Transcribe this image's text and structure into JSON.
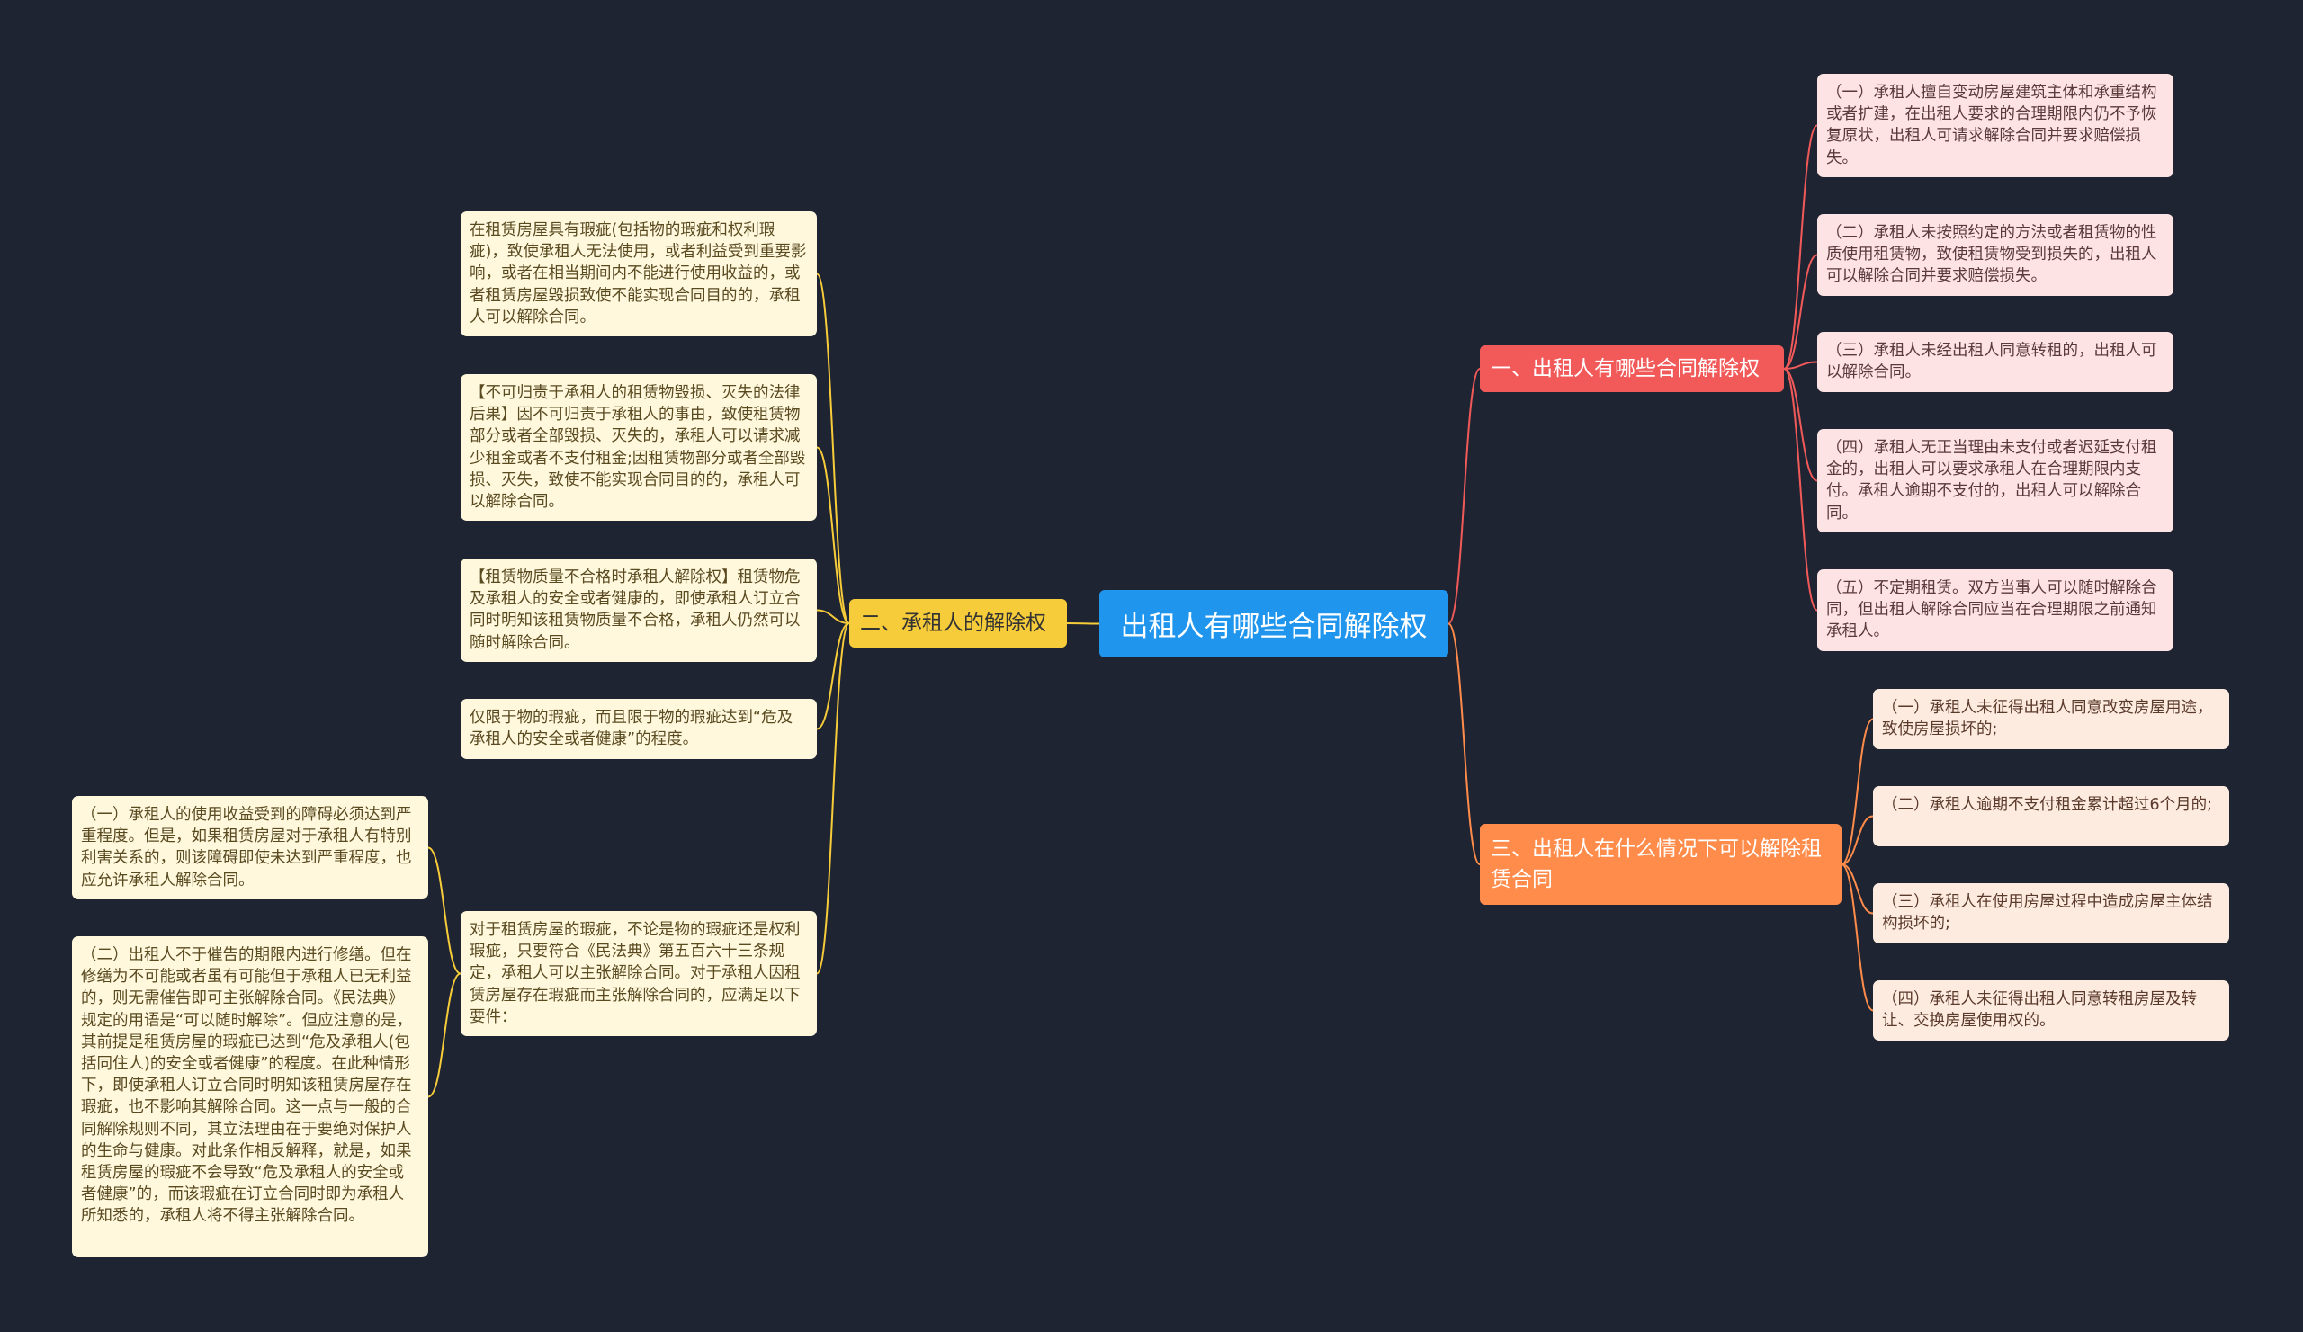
{
  "root": {
    "label": "出租人有哪些合同解除权"
  },
  "branches": [
    {
      "label": "一、出租人有哪些合同解除权",
      "children": [
        "（一）承租人擅自变动房屋建筑主体和承重结构或者扩建，在出租人要求的合理期限内仍不予恢复原状，出租人可请求解除合同并要求赔偿损失。",
        "（二）承租人未按照约定的方法或者租赁物的性质使用租赁物，致使租赁物受到损失的，出租人可以解除合同并要求赔偿损失。",
        "（三）承租人未经出租人同意转租的，出租人可以解除合同。",
        "（四）承租人无正当理由未支付或者迟延支付租金的，出租人可以要求承租人在合理期限内支付。承租人逾期不支付的，出租人可以解除合同。",
        "（五）不定期租赁。双方当事人可以随时解除合同，但出租人解除合同应当在合理期限之前通知承租人。"
      ]
    },
    {
      "label": "二、承租人的解除权",
      "children": [
        "在租赁房屋具有瑕疵(包括物的瑕疵和权利瑕疵)，致使承租人无法使用，或者利益受到重要影响，或者在相当期间内不能进行使用收益的，或者租赁房屋毁损致使不能实现合同目的的，承租人可以解除合同。",
        "【不可归责于承租人的租赁物毁损、灭失的法律后果】因不可归责于承租人的事由，致使租赁物部分或者全部毁损、灭失的，承租人可以请求减少租金或者不支付租金;因租赁物部分或者全部毁损、灭失，致使不能实现合同目的的，承租人可以解除合同。",
        "【租赁物质量不合格时承租人解除权】租赁物危及承租人的安全或者健康的，即使承租人订立合同时明知该租赁物质量不合格，承租人仍然可以随时解除合同。",
        "仅限于物的瑕疵，而且限于物的瑕疵达到“危及承租人的安全或者健康”的程度。",
        "对于租赁房屋的瑕疵，不论是物的瑕疵还是权利瑕疵，只要符合《民法典》第五百六十三条规定，承租人可以主张解除合同。对于承租人因租赁房屋存在瑕疵而主张解除合同的，应满足以下要件："
      ],
      "sub": [
        "（一）承租人的使用收益受到的障碍必须达到严重程度。但是，如果租赁房屋对于承租人有特别利害关系的，则该障碍即使未达到严重程度，也应允许承租人解除合同。",
        "（二）出租人不于催告的期限内进行修缮。但在修缮为不可能或者虽有可能但于承租人已无利益的，则无需催告即可主张解除合同。《民法典》规定的用语是“可以随时解除”。但应注意的是，其前提是租赁房屋的瑕疵已达到“危及承租人(包括同住人)的安全或者健康”的程度。在此种情形下，即使承租人订立合同时明知该租赁房屋存在瑕疵，也不影响其解除合同。这一点与一般的合同解除规则不同，其立法理由在于要绝对保护人的生命与健康。对此条作相反解释，就是，如果租赁房屋的瑕疵不会导致“危及承租人的安全或者健康”的，而该瑕疵在订立合同时即为承租人所知悉的，承租人将不得主张解除合同。"
      ]
    },
    {
      "label": "三、出租人在什么情况下可以解除租赁合同",
      "children": [
        "（一）承租人未征得出租人同意改变房屋用途，致使房屋损坏的;",
        "（二）承租人逾期不支付租金累计超过6个月的;",
        "（三）承租人在使用房屋过程中造成房屋主体结构损坏的;",
        "（四）承租人未征得出租人同意转租房屋及转让、交换房屋使用权的。"
      ]
    }
  ],
  "colors": {
    "background": "#1f2432",
    "root": "#1f95ee",
    "branch1": "#f25a5a",
    "branch2": "#f7cc3a",
    "branch3": "#ff8c4b"
  }
}
